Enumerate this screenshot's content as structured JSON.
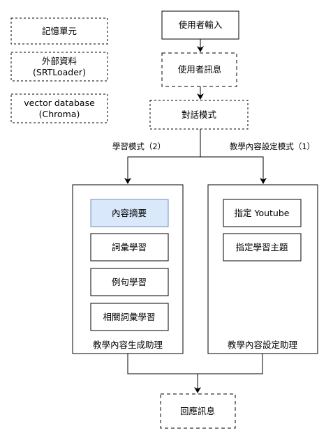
{
  "colors": {
    "stroke": "#000000",
    "background": "#ffffff",
    "highlight_fill": "#dae8fc",
    "highlight_stroke": "#6c8ebf"
  },
  "legend": {
    "memory_unit": "記憶單元",
    "external_data": [
      "外部資料",
      "(SRTLoader)"
    ],
    "vector_db": [
      "vector database",
      "(Chroma)"
    ]
  },
  "flow": {
    "user_input": "使用者輸入",
    "user_message": "使用者訊息",
    "dialog_mode": "對話模式",
    "edge_learning_mode": "學習模式（2）",
    "edge_teaching_mode": "教學內容設定模式（1）",
    "reply_message": "回應訊息"
  },
  "generator": {
    "caption": "教學內容生成助理",
    "items": [
      "內容摘要",
      "詞彙學習",
      "例句學習",
      "相關詞彙學習"
    ]
  },
  "settings": {
    "caption": "教學內容設定助理",
    "items": [
      "指定 Youtube",
      "指定學習主題"
    ]
  }
}
